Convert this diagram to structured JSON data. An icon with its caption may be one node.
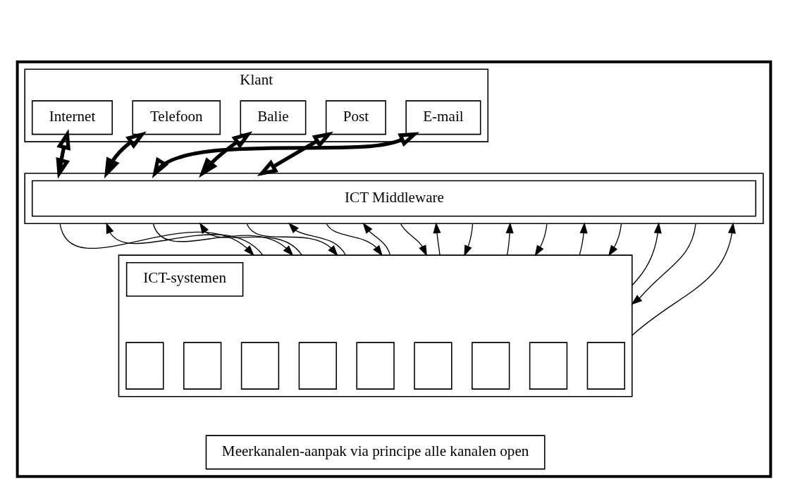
{
  "diagram": {
    "nodes": [
      {
        "text": [],
        "shape": "box"
      },
      {
        "text": [
          "Klant"
        ],
        "in": 0
      },
      {
        "text": [
          "Internet"
        ],
        "in": 1
      },
      {
        "text": [
          "Telefoon"
        ],
        "in": 1
      },
      {
        "text": [
          "E-mail"
        ],
        "in": 1
      },
      {
        "text": [
          "Balie"
        ],
        "in": 1
      },
      {
        "text": [
          "Post"
        ],
        "in": 1
      },
      {
        "text": [],
        "shape": "box",
        "in": 0
      },
      {
        "text": [
          "ICT Middleware"
        ],
        "in": 7
      },
      {
        "text": [],
        "shape": "box",
        "in": 0
      },
      {
        "text": [
          "ICT-systemen"
        ],
        "in": 9
      },
      {
        "text": [],
        "shape": "box",
        "in": 9
      },
      {
        "text": [],
        "shape": "box",
        "in": 9
      },
      {
        "text": [],
        "shape": "box",
        "in": 9
      },
      {
        "text": [],
        "shape": "box",
        "in": 9
      },
      {
        "text": [],
        "shape": "box",
        "in": 9
      },
      {
        "text": [],
        "shape": "box",
        "in": 9
      },
      {
        "text": [],
        "shape": "box",
        "in": 9
      },
      {
        "text": [],
        "shape": "box",
        "in": 9
      },
      {
        "text": [],
        "shape": "box",
        "in": 9
      },
      {
        "text": [
          "Meerkanalen-aanpak via principe alle kanalen open"
        ],
        "in": 0
      }
    ],
    "edges": [
      {
        "from": 2,
        "to": 7,
        "arrow": "both",
        "style": "thick"
      },
      {
        "from": 3,
        "to": 7,
        "arrow": "both",
        "style": "thick"
      },
      {
        "from": 4,
        "to": 7,
        "arrow": "both",
        "style": "thick"
      },
      {
        "from": 5,
        "to": 7,
        "arrow": "both",
        "style": "thick"
      },
      {
        "from": 6,
        "to": 7,
        "arrow": "both",
        "style": "thick"
      },
      {
        "from": 7,
        "to": 9,
        "arrow": "to"
      },
      {
        "from": 9,
        "to": 7,
        "arrow": "to"
      },
      {
        "from": 7,
        "to": 9,
        "arrow": "to"
      },
      {
        "from": 9,
        "to": 7,
        "arrow": "to"
      },
      {
        "from": 7,
        "to": 9,
        "arrow": "to"
      },
      {
        "from": 9,
        "to": 7,
        "arrow": "to"
      },
      {
        "from": 7,
        "to": 9,
        "arrow": "to"
      },
      {
        "from": 9,
        "to": 7,
        "arrow": "to"
      },
      {
        "from": 7,
        "to": 9,
        "arrow": "to"
      },
      {
        "from": 9,
        "to": 7,
        "arrow": "to"
      },
      {
        "from": 7,
        "to": 9,
        "arrow": "to"
      },
      {
        "from": 9,
        "to": 7,
        "arrow": "to"
      },
      {
        "from": 7,
        "to": 9,
        "arrow": "to"
      },
      {
        "from": 9,
        "to": 7,
        "arrow": "to"
      },
      {
        "from": 7,
        "to": 9,
        "arrow": "to"
      },
      {
        "from": 9,
        "to": 7,
        "arrow": "to"
      },
      {
        "from": 7,
        "to": 9,
        "arrow": "to"
      },
      {
        "from": 9,
        "to": 7,
        "arrow": "to"
      }
    ]
  }
}
